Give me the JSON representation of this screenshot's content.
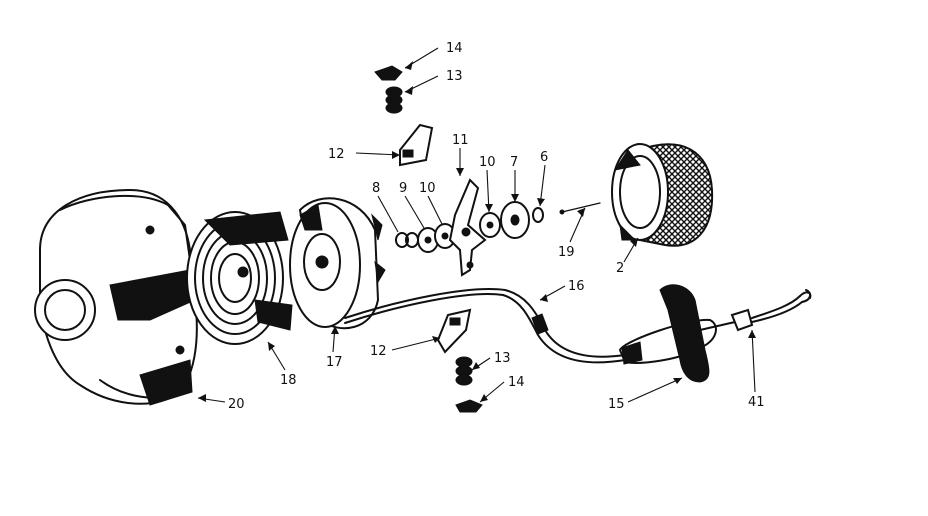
{
  "diagram": {
    "callouts": [
      {
        "key": "c14a",
        "text": "14"
      },
      {
        "key": "c13a",
        "text": "13"
      },
      {
        "key": "c12a",
        "text": "12"
      },
      {
        "key": "c11",
        "text": "11"
      },
      {
        "key": "c8",
        "text": "8"
      },
      {
        "key": "c9",
        "text": "9"
      },
      {
        "key": "c10a",
        "text": "10"
      },
      {
        "key": "c10b",
        "text": "10"
      },
      {
        "key": "c7",
        "text": "7"
      },
      {
        "key": "c6",
        "text": "6"
      },
      {
        "key": "c19",
        "text": "19"
      },
      {
        "key": "c2",
        "text": "2"
      },
      {
        "key": "c16",
        "text": "16"
      },
      {
        "key": "c12b",
        "text": "12"
      },
      {
        "key": "c13b",
        "text": "13"
      },
      {
        "key": "c14b",
        "text": "14"
      },
      {
        "key": "c15",
        "text": "15"
      },
      {
        "key": "c41",
        "text": "41"
      },
      {
        "key": "c17",
        "text": "17"
      },
      {
        "key": "c18",
        "text": "18"
      },
      {
        "key": "c20",
        "text": "20"
      }
    ]
  }
}
